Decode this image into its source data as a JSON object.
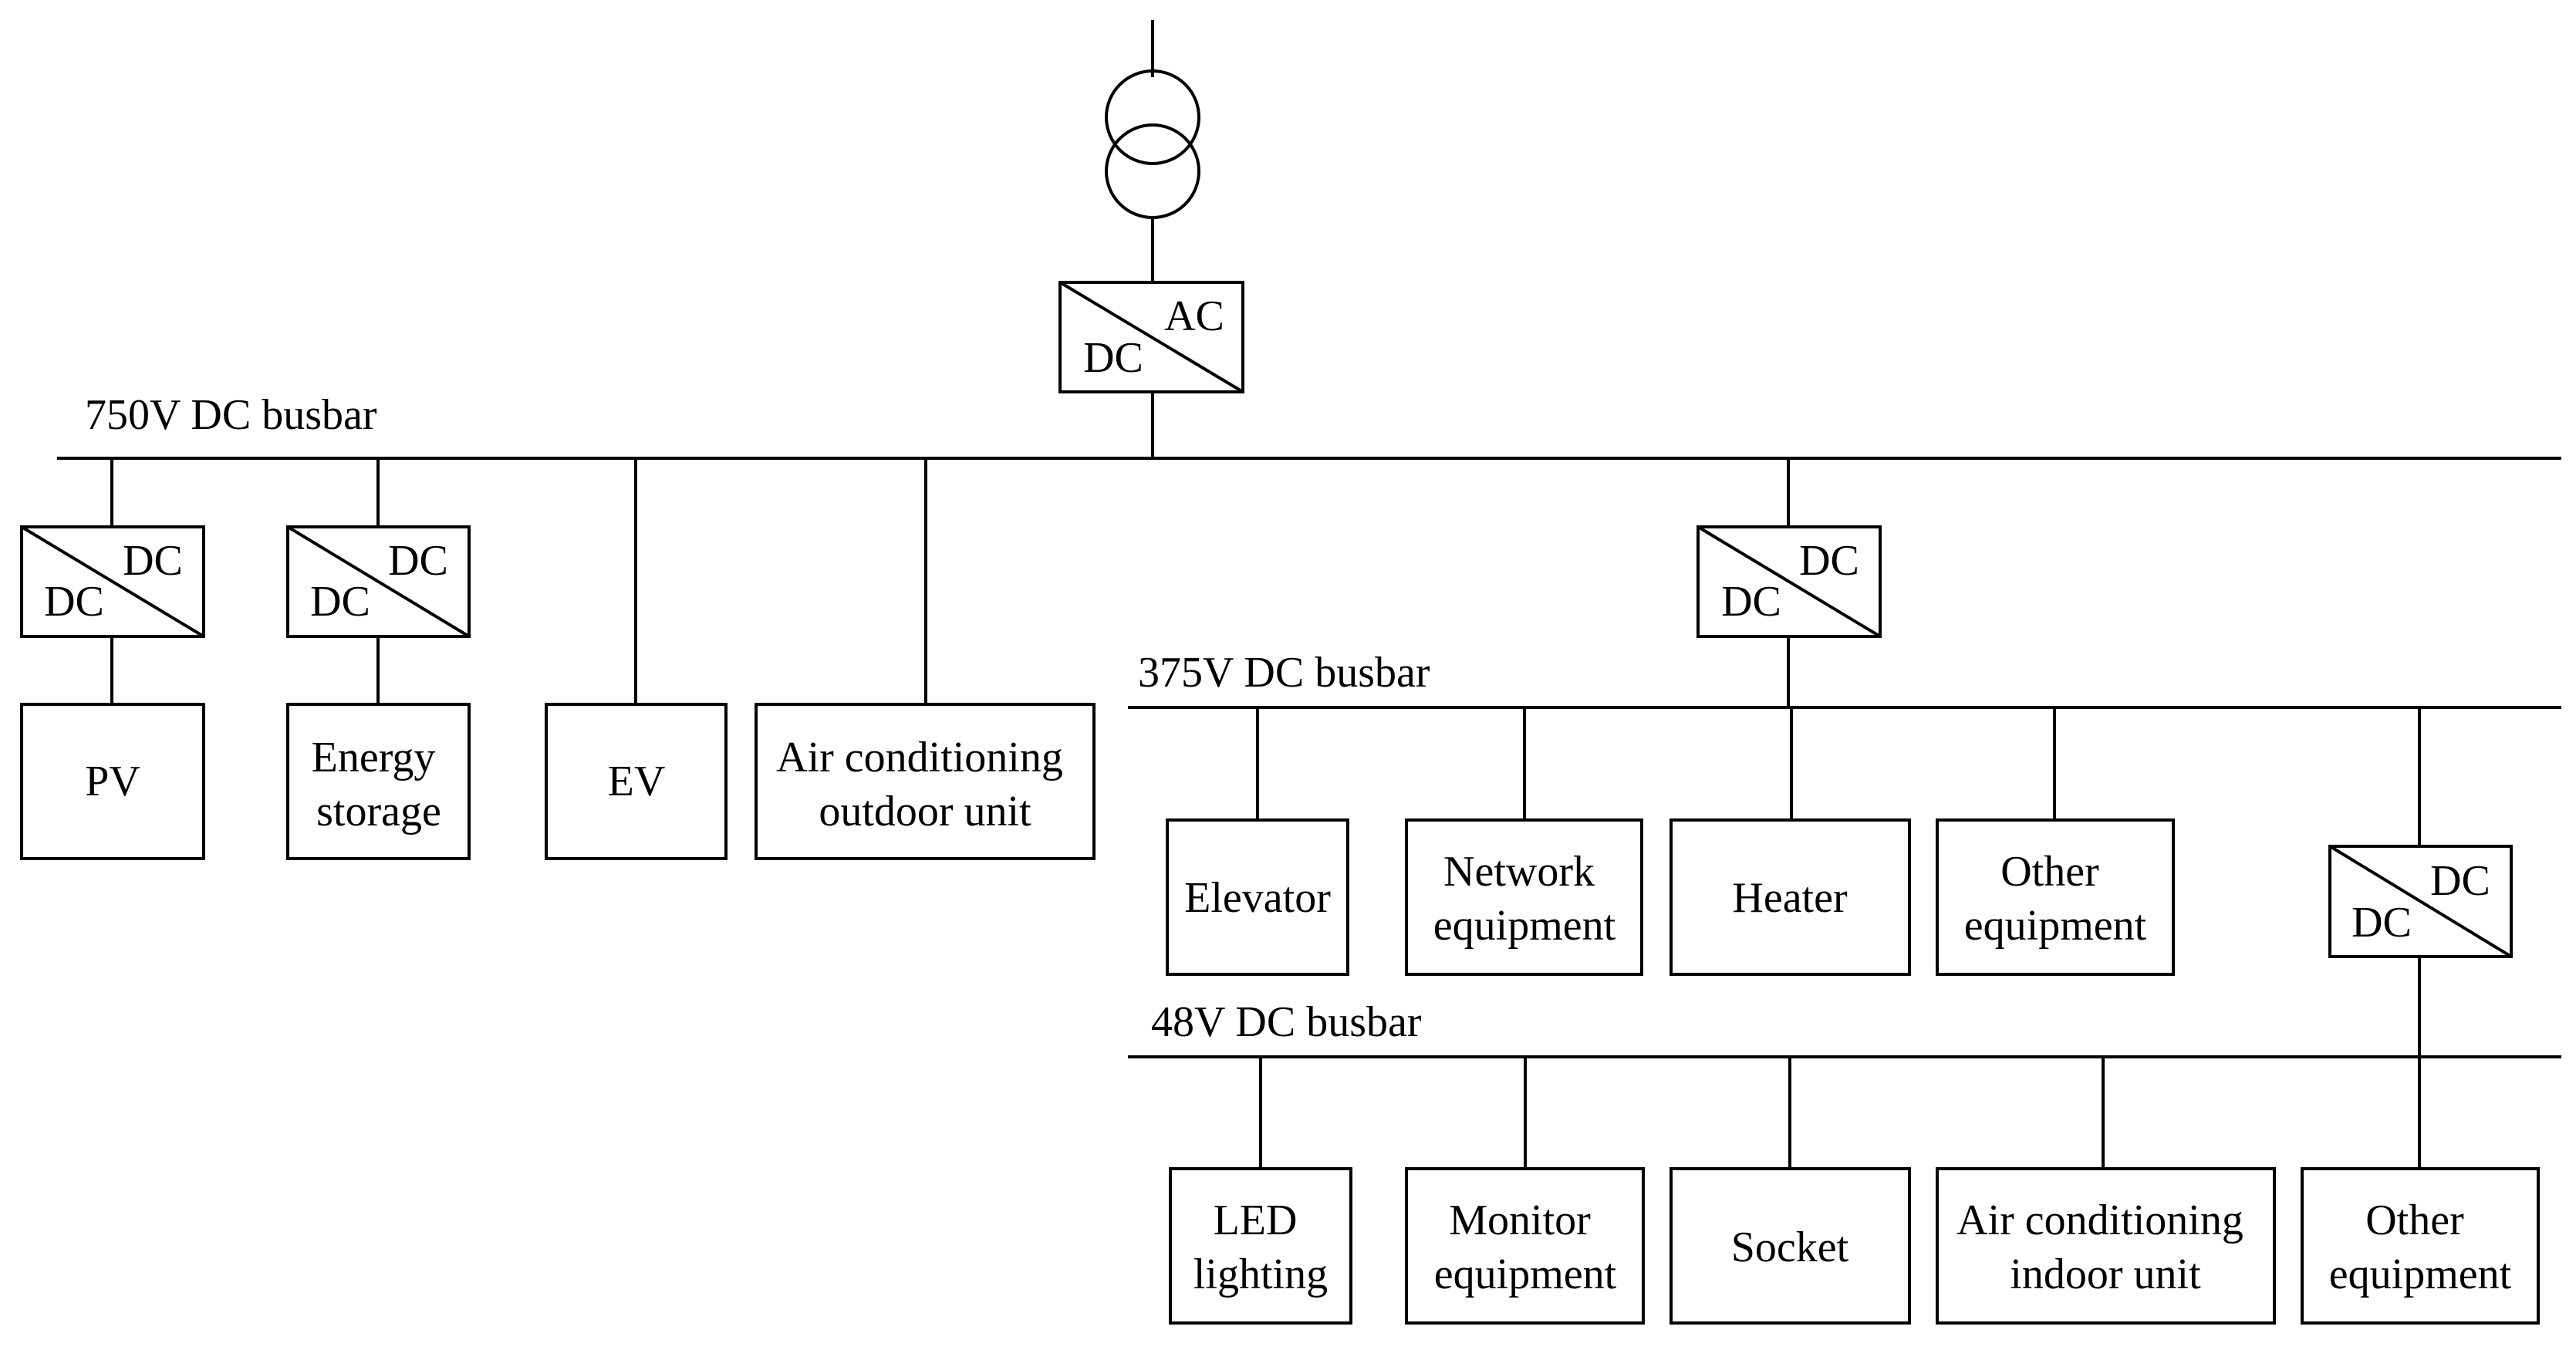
{
  "busbars": {
    "b750": "750V DC busbar",
    "b375": "375V DC busbar",
    "b48": "48V DC busbar"
  },
  "converters": {
    "main": {
      "top": "AC",
      "bottom": "DC"
    },
    "pv": {
      "top": "DC",
      "bottom": "DC"
    },
    "storage": {
      "top": "DC",
      "bottom": "DC"
    },
    "to375": {
      "top": "DC",
      "bottom": "DC"
    },
    "to48": {
      "top": "DC",
      "bottom": "DC"
    }
  },
  "loads_750": [
    [
      "PV"
    ],
    [
      "Energy",
      "storage"
    ],
    [
      "EV"
    ],
    [
      "Air conditioning",
      "outdoor unit"
    ]
  ],
  "loads_375": [
    [
      "Elevator"
    ],
    [
      "Network",
      "equipment"
    ],
    [
      "Heater"
    ],
    [
      "Other",
      "equipment"
    ]
  ],
  "loads_48": [
    [
      "LED",
      "lighting"
    ],
    [
      "Monitor",
      "equipment"
    ],
    [
      "Socket"
    ],
    [
      "Air conditioning",
      "indoor unit"
    ],
    [
      "Other",
      "equipment"
    ]
  ]
}
